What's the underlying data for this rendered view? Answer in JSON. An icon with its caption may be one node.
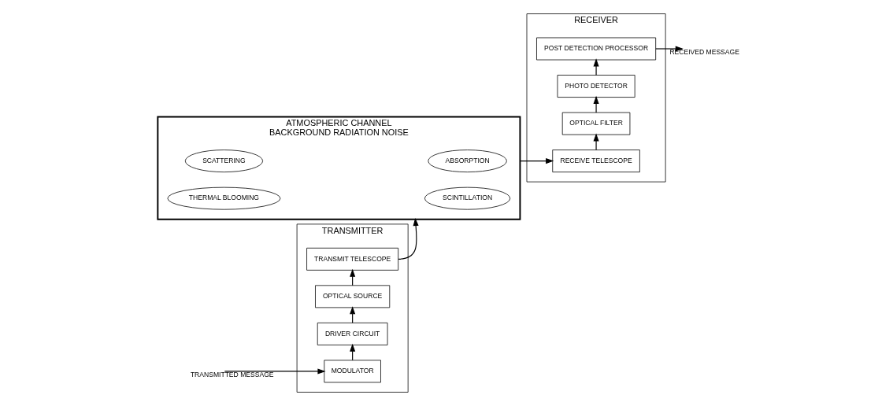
{
  "diagram": {
    "nodes": [
      {
        "text": [
          "TRANSMITTER"
        ]
      },
      {
        "text": [
          "TRANSMIT TELESCOPE"
        ],
        "in": 0
      },
      {
        "text": [
          "OPTICAL SOURCE"
        ],
        "in": 0
      },
      {
        "text": [
          "DRIVER CIRCUIT"
        ],
        "in": 0
      },
      {
        "text": [
          "MODULATOR"
        ],
        "in": 0
      },
      {
        "text": [
          "ATMOSPHERIC CHANNEL",
          "BACKGROUND RADIATION NOISE"
        ]
      },
      {
        "text": [
          "ABSORPTION"
        ],
        "in": 5
      },
      {
        "text": [
          "SCATTERING"
        ],
        "in": 5
      },
      {
        "text": [
          "SCINTILLATION"
        ],
        "in": 5
      },
      {
        "text": [
          "THERMAL BLOOMING"
        ],
        "in": 5
      },
      {
        "text": [
          "RECEIVER"
        ]
      },
      {
        "text": [
          "RECEIVE TELESCOPE"
        ],
        "in": 10
      },
      {
        "text": [
          "OPTICAL FILTER"
        ],
        "in": 10
      },
      {
        "text": [
          "PHOTO DETECTOR"
        ],
        "in": 10
      },
      {
        "text": [
          "POST DETECTION PROCESSOR"
        ],
        "in": 10
      }
    ],
    "edges": [
      {
        "from": null,
        "to": 4,
        "arrow": "to",
        "label": "TRANSMITTED MESSAGE"
      },
      {
        "from": 4,
        "to": 3,
        "arrow": "to"
      },
      {
        "from": 3,
        "to": 2,
        "arrow": "to"
      },
      {
        "from": 2,
        "to": 1,
        "arrow": "to"
      },
      {
        "from": 1,
        "to": 5,
        "arrow": "to"
      },
      {
        "from": 5,
        "to": 11,
        "arrow": "to"
      },
      {
        "from": 11,
        "to": 12,
        "arrow": "to"
      },
      {
        "from": 12,
        "to": 13,
        "arrow": "to"
      },
      {
        "from": 13,
        "to": 14,
        "arrow": "to"
      },
      {
        "from": 14,
        "to": null,
        "arrow": "to",
        "label": "RECEIVED MESSAGE"
      }
    ]
  }
}
